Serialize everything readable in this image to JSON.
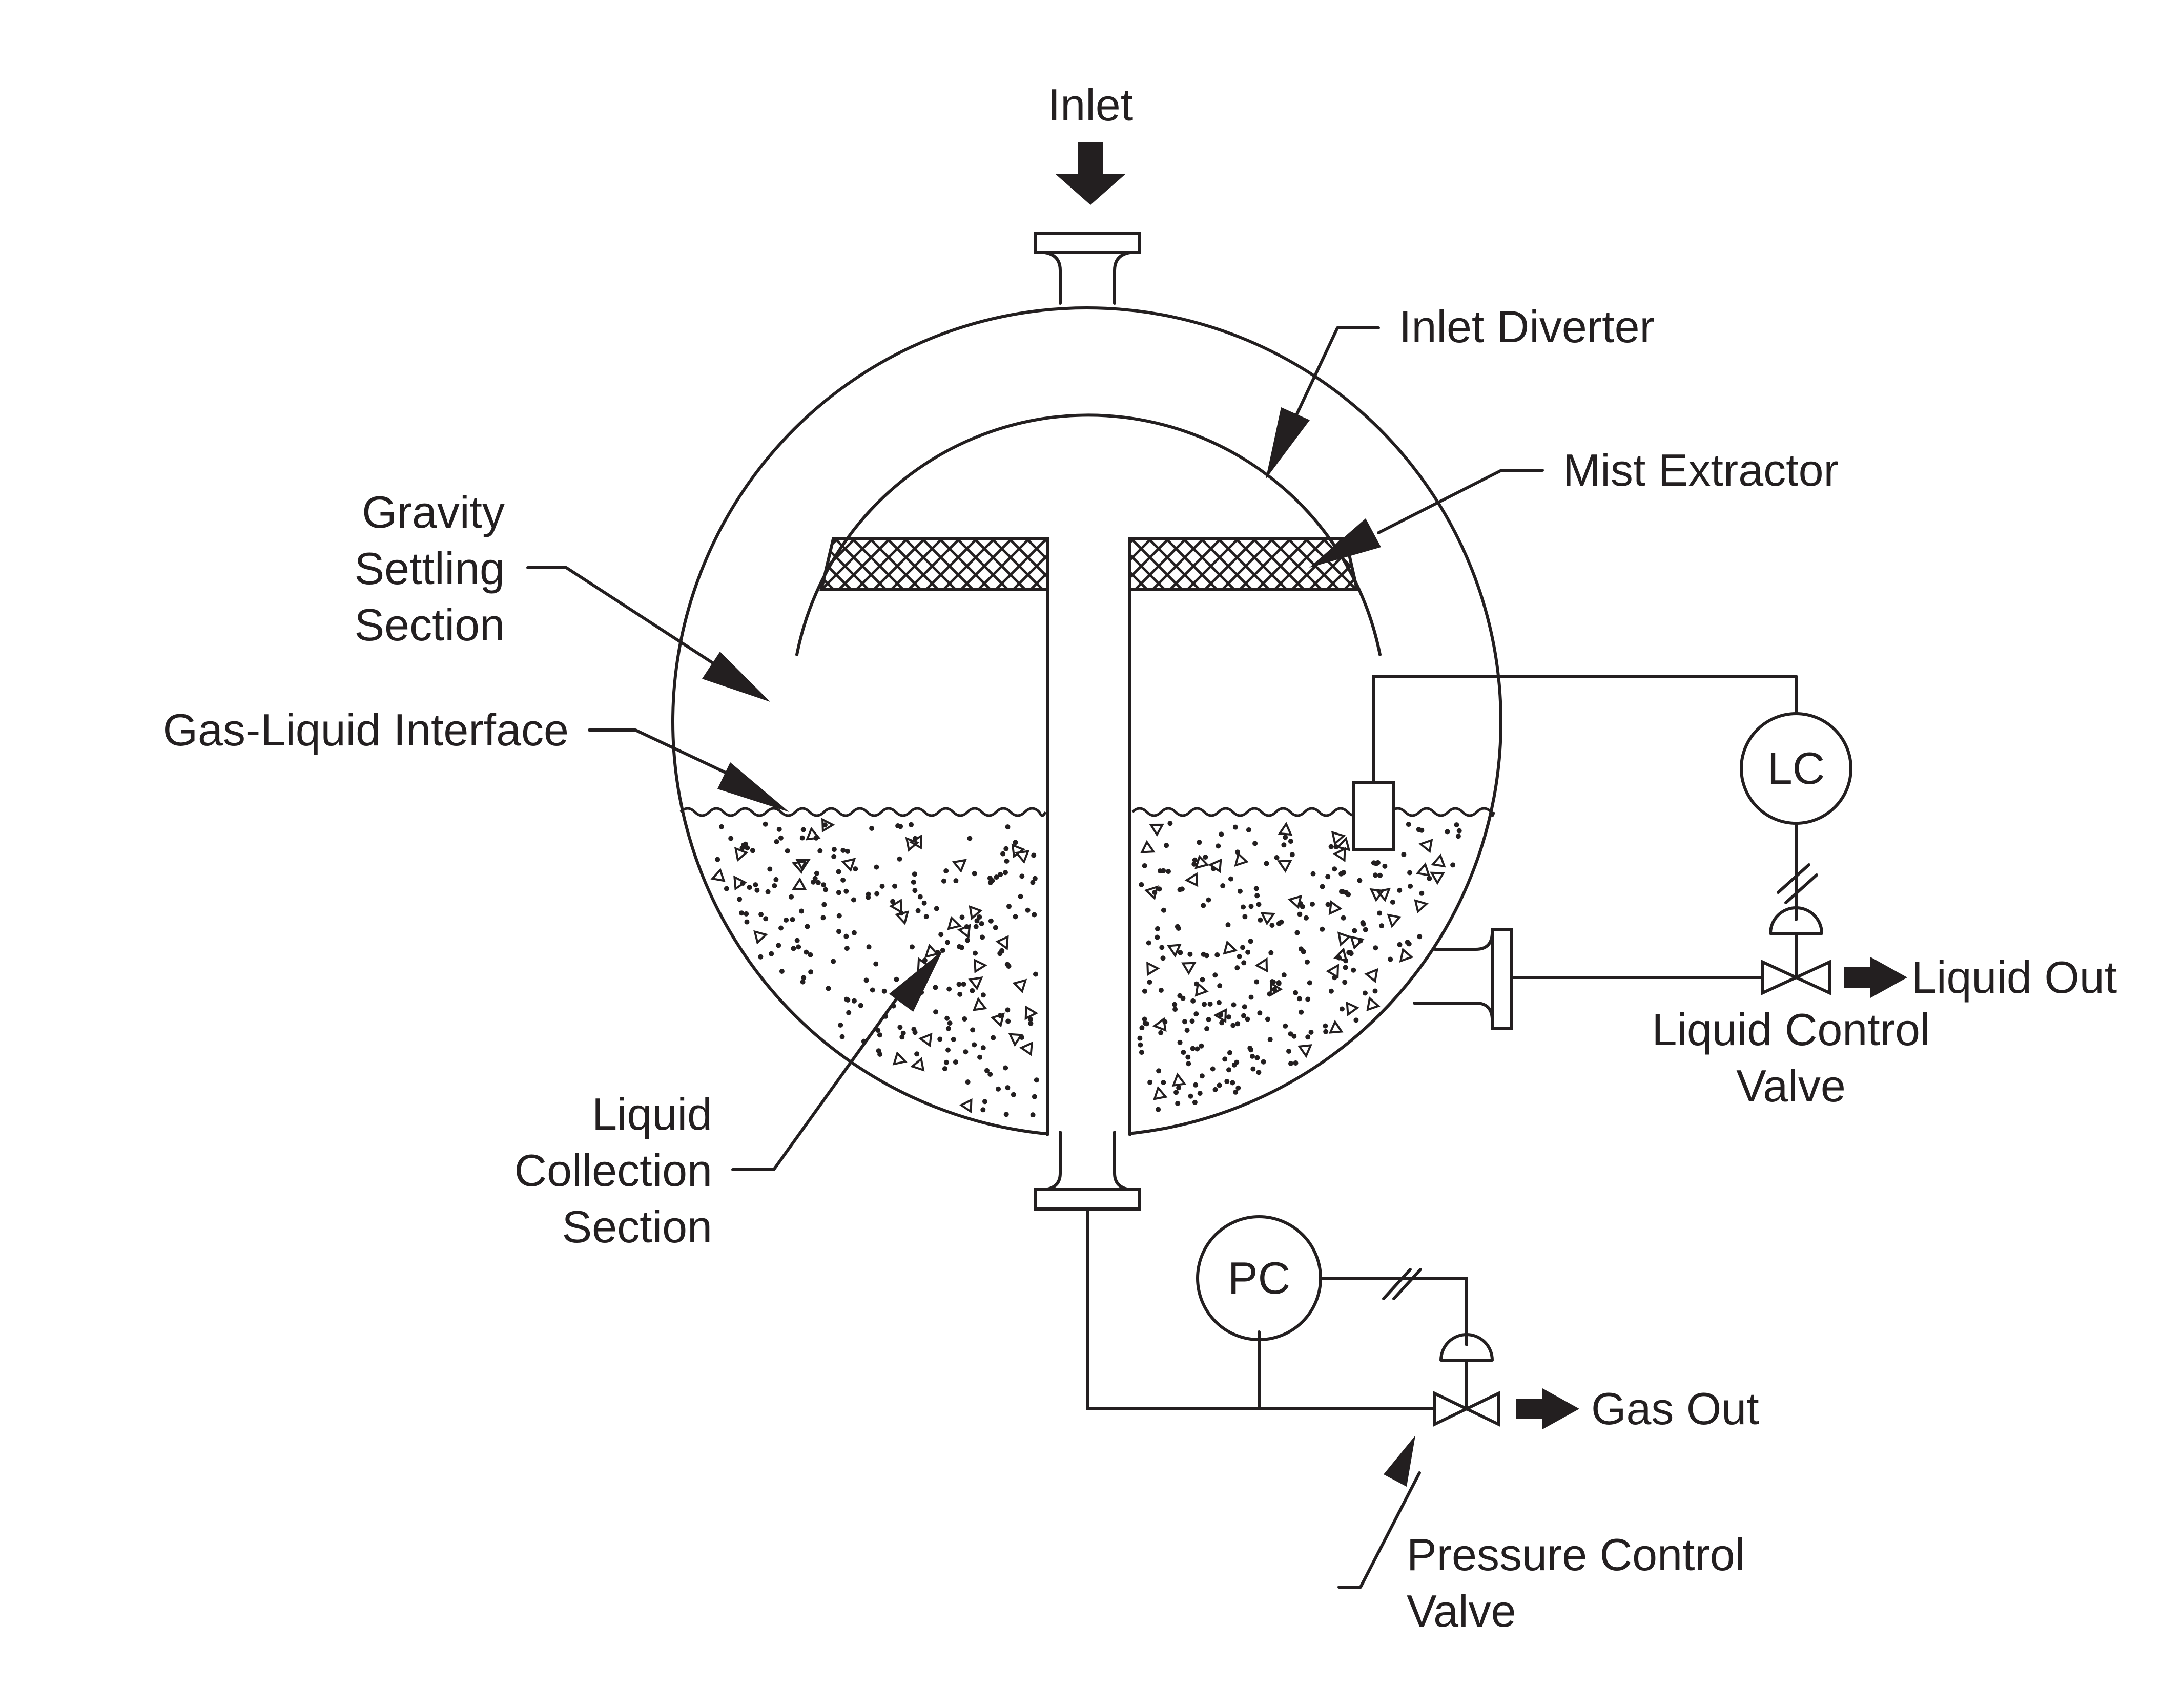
{
  "diagram": {
    "labels": {
      "inlet": "Inlet",
      "inlet_diverter": "Inlet Diverter",
      "mist_extractor": "Mist Extractor",
      "gravity_settling": [
        "Gravity",
        "Settling",
        "Section"
      ],
      "gas_liquid_interface": "Gas-Liquid Interface",
      "liquid_collection": [
        "Liquid",
        "Collection",
        "Section"
      ],
      "level_controller": "LC",
      "pressure_controller": "PC",
      "liquid_out": "Liquid Out",
      "liquid_control_valve": [
        "Liquid Control",
        "Valve"
      ],
      "gas_out": "Gas Out",
      "pressure_control_valve": [
        "Pressure Control",
        "Valve"
      ]
    },
    "colors": {
      "line": "#231f20",
      "background": "#ffffff"
    }
  }
}
